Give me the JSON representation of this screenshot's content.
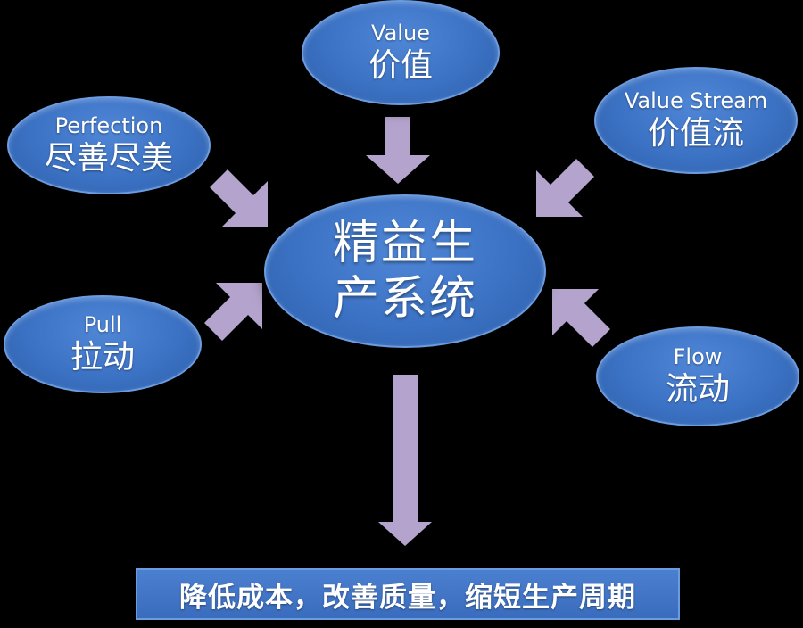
{
  "colors": {
    "background": "#000000",
    "node_fill": "#3c72c4",
    "node_border": "#6b9ce0",
    "arrow": "#b4a3cc",
    "text": "#ffffff"
  },
  "center": {
    "line1": "精益生",
    "line2": "产系统"
  },
  "nodes": {
    "value": {
      "en": "Value",
      "zh": "价值"
    },
    "value_stream": {
      "en": "Value Stream",
      "zh": "价值流"
    },
    "perfection": {
      "en": "Perfection",
      "zh": "尽善尽美"
    },
    "pull": {
      "en": "Pull",
      "zh": "拉动"
    },
    "flow": {
      "en": "Flow",
      "zh": "流动"
    }
  },
  "outcome": {
    "text": "降低成本，改善质量，缩短生产周期"
  }
}
